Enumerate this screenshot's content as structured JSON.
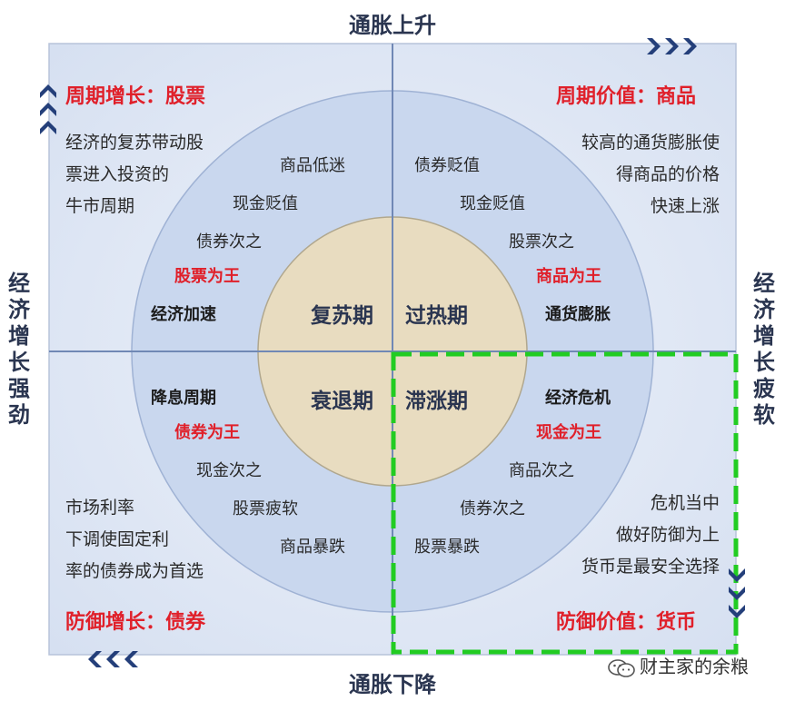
{
  "axes": {
    "top": "通胀上升",
    "bottom": "通胀下降",
    "left": "经济增长强劲",
    "right": "经济增长疲软"
  },
  "quadrants": {
    "top_left": {
      "title": "周期增长：股票",
      "desc": [
        "经济的复苏带动股",
        "票进入投资的",
        "牛市周期"
      ]
    },
    "top_right": {
      "title": "周期价值：商品",
      "desc": [
        "较高的通货膨胀使",
        "得商品的价格",
        "快速上涨"
      ]
    },
    "bottom_left": {
      "title": "防御增长：债券",
      "desc": [
        "市场利率",
        "下调使固定利",
        "率的债券成为首选"
      ]
    },
    "bottom_right": {
      "title": "防御价值：货币",
      "desc": [
        "危机当中",
        "做好防御为上",
        "货币是最安全选择"
      ]
    }
  },
  "ring": {
    "top_left": [
      "商品低迷",
      "现金贬值",
      "债券次之",
      "股票为王",
      "经济加速"
    ],
    "top_right": [
      "债券贬值",
      "现金贬值",
      "股票次之",
      "商品为王",
      "通货膨胀"
    ],
    "bottom_left": [
      "降息周期",
      "债券为王",
      "现金次之",
      "股票疲软",
      "商品暴跌"
    ],
    "bottom_right": [
      "经济危机",
      "现金为王",
      "商品次之",
      "债券次之",
      "股票暴跌"
    ]
  },
  "phases": {
    "recovery": "复苏期",
    "overheat": "过热期",
    "recession": "衰退期",
    "stagflation": "滞涨期"
  },
  "watermark": "财主家的余粮",
  "colors": {
    "quadrant_bg": "#dde6f4",
    "outer_circle": "#c9d7ee",
    "inner_circle": "#e8dcc0",
    "highlight": "#22cc22",
    "red_text": "#e0202a",
    "chevron": "#243f7a"
  }
}
